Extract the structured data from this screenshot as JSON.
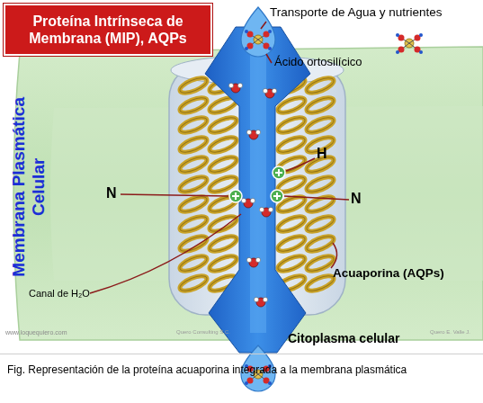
{
  "diagram": {
    "title": "Proteína Intrínseca de Membrana (MIP), AQPs",
    "caption": "Fig. Representación de la proteína acuaporina integrada a la membrana plasmática",
    "labels": [
      "Transporte de Agua y nutrientes",
      "Ácido ortosilícico",
      "Membrana Plasmática Celular",
      "H",
      "N",
      "N",
      "Canal de H₂O",
      "Acuaporina (AQPs)",
      "Citoplasma celular",
      "www.loquequiero.com",
      "Quero Consulting S.C.",
      "Quero E. Valle J."
    ]
  }
}
